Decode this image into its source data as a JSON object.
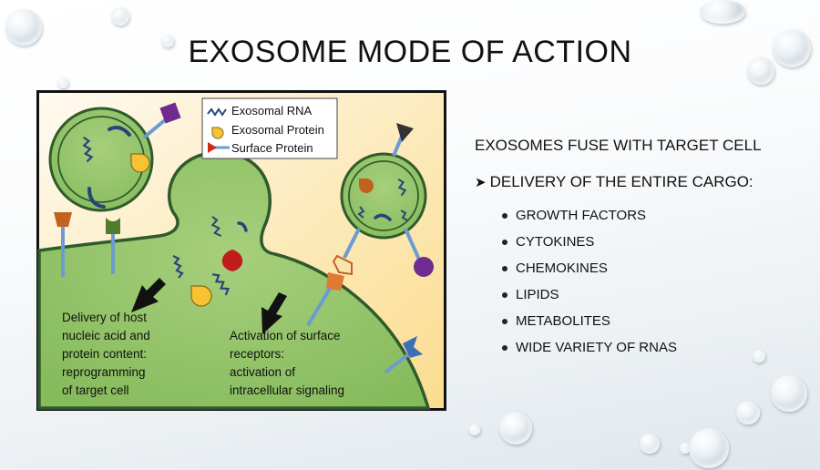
{
  "slide": {
    "title": "EXOSOME MODE OF ACTION"
  },
  "figure": {
    "legend": {
      "rna": "Exosomal RNA",
      "protein": "Exosomal Protein",
      "surface": "Surface Protein"
    },
    "caption_left": [
      "Delivery of host",
      "nucleic acid and",
      "protein content:",
      "reprogramming",
      "of target cell"
    ],
    "caption_right": [
      "Activation of surface",
      "receptors:",
      "activation of",
      "intracellular signaling"
    ],
    "colors": {
      "cell_fill": "#8dc063",
      "cell_stroke": "#2f5b2c",
      "background": "#fde8b4",
      "frame": "#111111"
    }
  },
  "content": {
    "lead": "EXOSOMES FUSE WITH TARGET CELL",
    "sub": "DELIVERY OF THE ENTIRE CARGO:",
    "sub_marker": "arrowhead-bullet",
    "items": [
      "GROWTH FACTORS",
      "CYTOKINES",
      "CHEMOKINES",
      "LIPIDS",
      "METABOLITES",
      "WIDE VARIETY OF RNAS"
    ]
  }
}
